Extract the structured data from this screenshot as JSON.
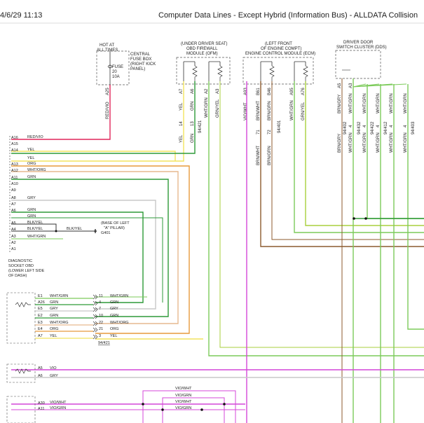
{
  "header": {
    "date": "4/6/29 11:13",
    "title": "Computer Data Lines - Except Hybrid (Information Bus) - ALLDATA Collision"
  },
  "components": {
    "fuse_box": {
      "hot_line1": "HOT AT",
      "hot_line2": "ALL TIMES",
      "name_line1": "CENTRAL",
      "name_line2": "FUSE BOX",
      "name_line3": "(RIGHT KICK",
      "name_line4": "PANEL)",
      "fuse_line1": "FUSE",
      "fuse_line2": "20",
      "fuse_line3": "10A",
      "pin": "A25",
      "wire": "RED/VIO"
    },
    "ofm": {
      "line1": "(UNDER DRIVER SEAT)",
      "line2": "OBD FIREWALL",
      "line3": "MODULE (OFM)",
      "pins": [
        "A7",
        "A6",
        "A2",
        "A3"
      ],
      "wires": [
        "YEL",
        "GRN",
        "WHT/GRN",
        "GRN/YEL"
      ],
      "conn_pins": [
        "14",
        "13"
      ],
      "conn_label": "94/421"
    },
    "ecm": {
      "line1": "(LEFT FRONT",
      "line2": "OF ENGINE COMPT)",
      "line3": "ENGINE CONTROL MODULE (ECM)",
      "pins": [
        "A93",
        "B61",
        "B46",
        "A95",
        "A76"
      ],
      "wires": [
        "VIO/WHT",
        "BRN/WHT",
        "BRN/GRN",
        "WHT/GRN",
        "GRN/YEL"
      ],
      "conn_pins": [
        "71",
        "72"
      ],
      "conn_label": "94/401",
      "lower_wires": [
        "BRN/WHT",
        "BRN/GRN"
      ]
    },
    "dds": {
      "line1": "DRIVER DOOR",
      "line2": "SWITCH CLUSTER (DDS)",
      "pins": [
        "A5",
        "A3"
      ],
      "wires": [
        "BRN/GRY",
        "WHT/GRN",
        "WHT/GRN",
        "WHT/GRN",
        "WHT/GRN",
        "WHT/GRN"
      ],
      "conn_labels": [
        "94/402",
        "94/432",
        "94/422",
        "94/412",
        "94/403"
      ],
      "conn_pins": [
        "4",
        "4",
        "4",
        "4",
        "4"
      ],
      "lower_wires": [
        "BRN/GRY",
        "WHT/GRN",
        "WHT/GRN",
        "WHT/GRN",
        "WHT/GRN",
        "WHT/GRN"
      ]
    },
    "obd_socket": {
      "line1": "DIAGNOSTIC",
      "line2": "SOCKET OBD",
      "line3": "(LOWER LEFT SIDE",
      "line4": "OF DASH)",
      "pins": [
        "A16",
        "A15",
        "A14",
        "",
        "A13",
        "A12",
        "A11",
        "A10",
        "A9",
        "A8",
        "A7",
        "A6",
        "",
        "A5",
        "A4",
        "A3",
        "A2",
        "A1"
      ],
      "wires": [
        "RED/VIO",
        "",
        "YEL",
        "YEL",
        "ORG",
        "WHT/ORG",
        "GRN",
        "",
        "",
        "GRY",
        "",
        "GRN",
        "GRN",
        "BLK/YEL",
        "BLK/YEL",
        "WHT/GRN",
        "",
        ""
      ],
      "ground_wire": "BLK/YEL",
      "ground_line1": "(BASE OF LEFT",
      "ground_line2": "\"A\" PILLAR)",
      "ground_name": "G401"
    },
    "conn_block": {
      "left_pins": [
        "E1",
        "A26",
        "E5",
        "E2",
        "E3",
        "E4",
        "A7"
      ],
      "left_wires": [
        "WHT/GRN",
        "GRN",
        "GRY",
        "GRN",
        "WHT/ORG",
        "ORG",
        "YEL"
      ],
      "right_pins": [
        "11",
        "4",
        "7",
        "10",
        "22",
        "21",
        "3"
      ],
      "right_wires": [
        "WHT/GRN",
        "GRN",
        "GRY",
        "GRN",
        "WHT/ORG",
        "ORG",
        "YEL"
      ],
      "label": "94/421"
    },
    "lower_block": {
      "pins": [
        "A5",
        "A6"
      ],
      "wires": [
        "VIO",
        "GRY"
      ]
    },
    "bottom_block": {
      "pins": [
        "A30",
        "A11"
      ],
      "wires": [
        "VIO/WHT",
        "VIO/GRN"
      ],
      "bus_wires": [
        "VIO/WHT",
        "VIO/GRN",
        "VIO/WHT",
        "VIO/GRN"
      ]
    }
  },
  "colors": {
    "red_vio": "#e0265a",
    "yel": "#f2e45e",
    "grn": "#2e9a38",
    "lt_grn": "#7ccb5a",
    "org": "#e79a3c",
    "wht_org": "#e6b98f",
    "gry": "#c8c8c8",
    "blk": "#333333",
    "vio": "#d447d8",
    "brn": "#8c5a2e",
    "grn_yel": "#a8cf3d"
  }
}
